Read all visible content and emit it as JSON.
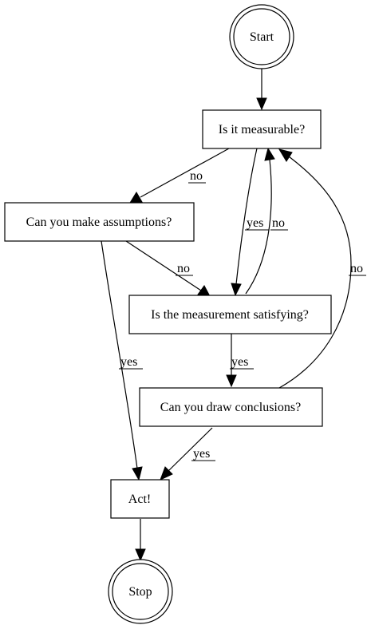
{
  "nodes": {
    "start": "Start",
    "measurable": "Is it measurable?",
    "assumptions": "Can you make assumptions?",
    "satisfying": "Is the measurement satisfying?",
    "conclusions": "Can you draw conclusions?",
    "act": "Act!",
    "stop": "Stop"
  },
  "edges": {
    "measurable_to_assumptions": "no",
    "measurable_to_satisfying": "yes",
    "satisfying_to_measurable": "no",
    "assumptions_to_satisfying": "no",
    "assumptions_to_act": "yes",
    "satisfying_to_conclusions": "yes",
    "conclusions_to_measurable": "no",
    "conclusions_to_act": "yes"
  }
}
